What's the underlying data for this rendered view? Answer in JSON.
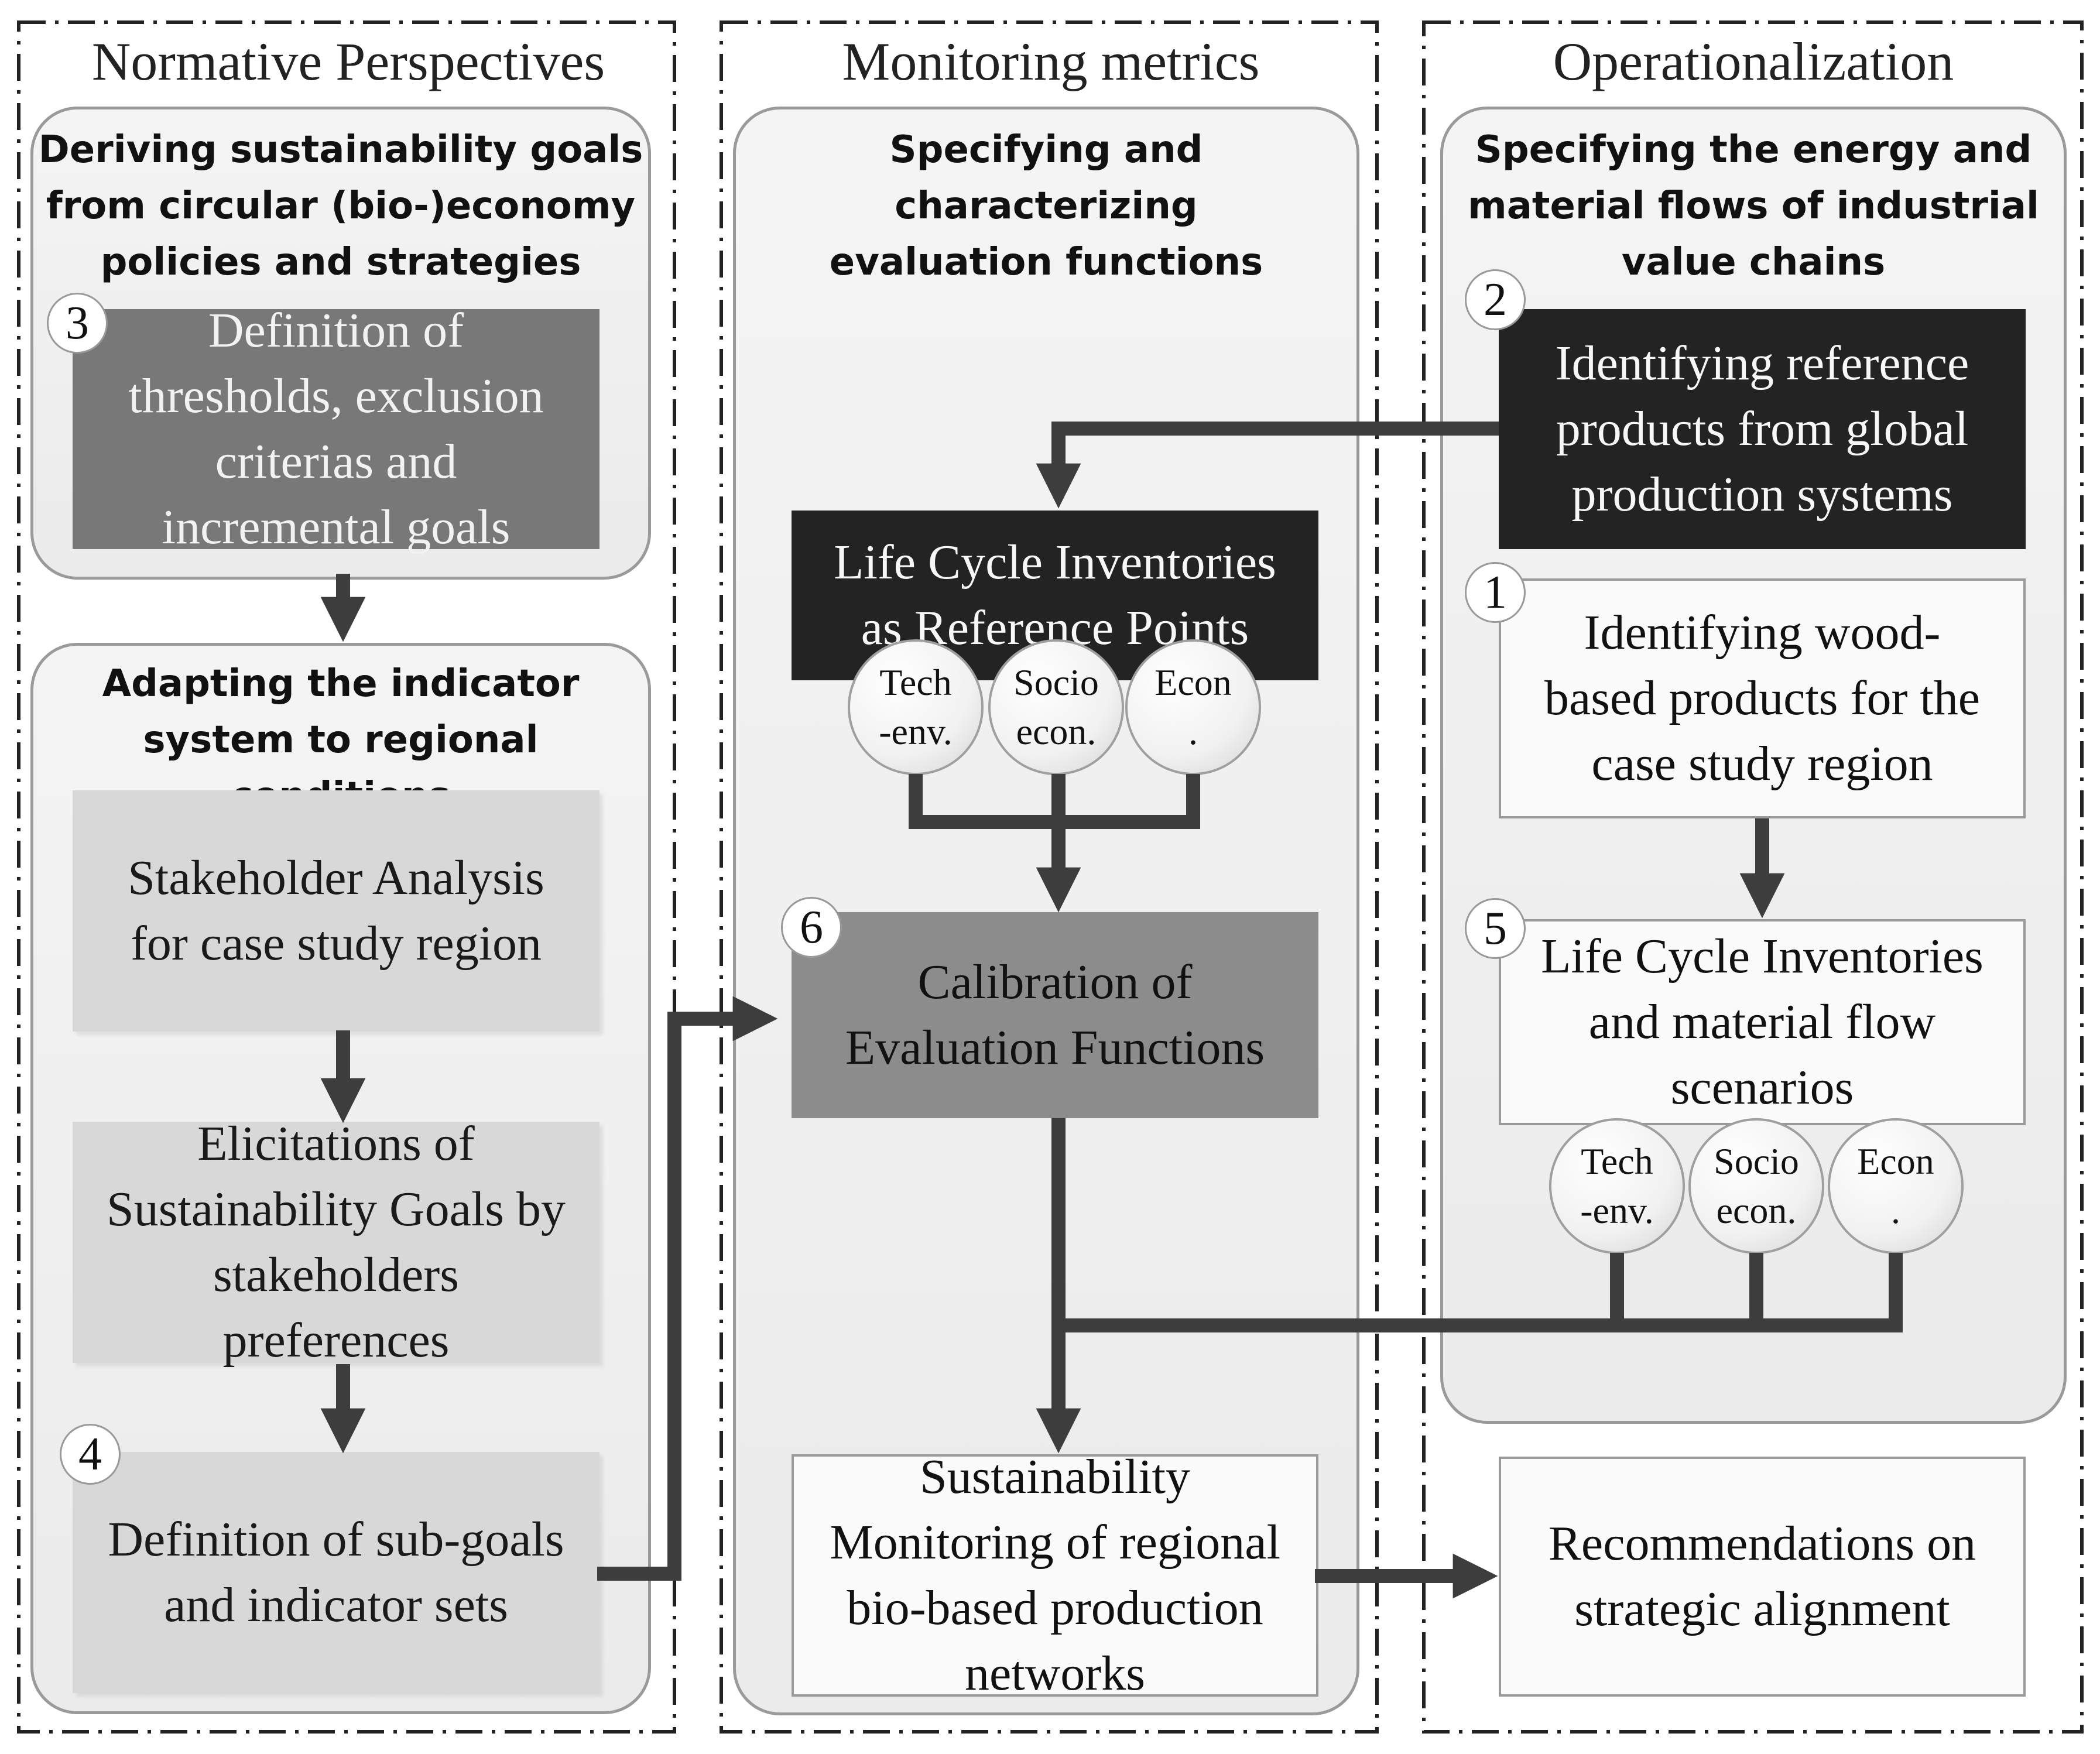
{
  "columns": {
    "left": {
      "title": "Normative Perspectives"
    },
    "middle": {
      "title": "Monitoring metrics"
    },
    "right": {
      "title": "Operationalization"
    }
  },
  "left": {
    "panel1": {
      "heading": "Deriving sustainability goals\nfrom circular (bio-)economy\npolicies and strategies",
      "step": "3",
      "box": "Definition of\nthresholds, exclusion\ncriterias and\nincremental goals"
    },
    "panel2": {
      "heading": "Adapting the indicator\nsystem to regional conditions",
      "box1": "Stakeholder Analysis\nfor case study region",
      "box2": "Elicitations of\nSustainability Goals by\nstakeholders\npreferences",
      "step": "4",
      "box3": "Definition of sub-goals\nand indicator sets"
    }
  },
  "middle": {
    "panel": {
      "heading": "Specifying and characterizing\nevaluation functions",
      "lci_box": "Life Cycle Inventories\nas Reference Points",
      "circles": [
        "Tech\n-env.",
        "Socio\necon.",
        "Econ\n."
      ],
      "step": "6",
      "calib_box": "Calibration of\nEvaluation Functions"
    },
    "monitor_box": "Sustainability\nMonitoring of regional\nbio-based production\nnetworks"
  },
  "right": {
    "panel": {
      "heading": "Specifying the energy and\nmaterial flows of industrial\nvalue chains",
      "step2": "2",
      "box_ref": "Identifying reference\nproducts from global\nproduction systems",
      "step1": "1",
      "box_wood": "Identifying wood-\nbased products for the\ncase study region",
      "step5": "5",
      "box_lci": "Life Cycle Inventories\nand material flow\nscenarios",
      "circles": [
        "Tech\n-env.",
        "Socio\necon.",
        "Econ\n."
      ]
    },
    "recommend_box": "Recommendations on\nstrategic alignment"
  },
  "colors": {
    "arrow": "#3d3d3d",
    "dash": "#222222"
  }
}
